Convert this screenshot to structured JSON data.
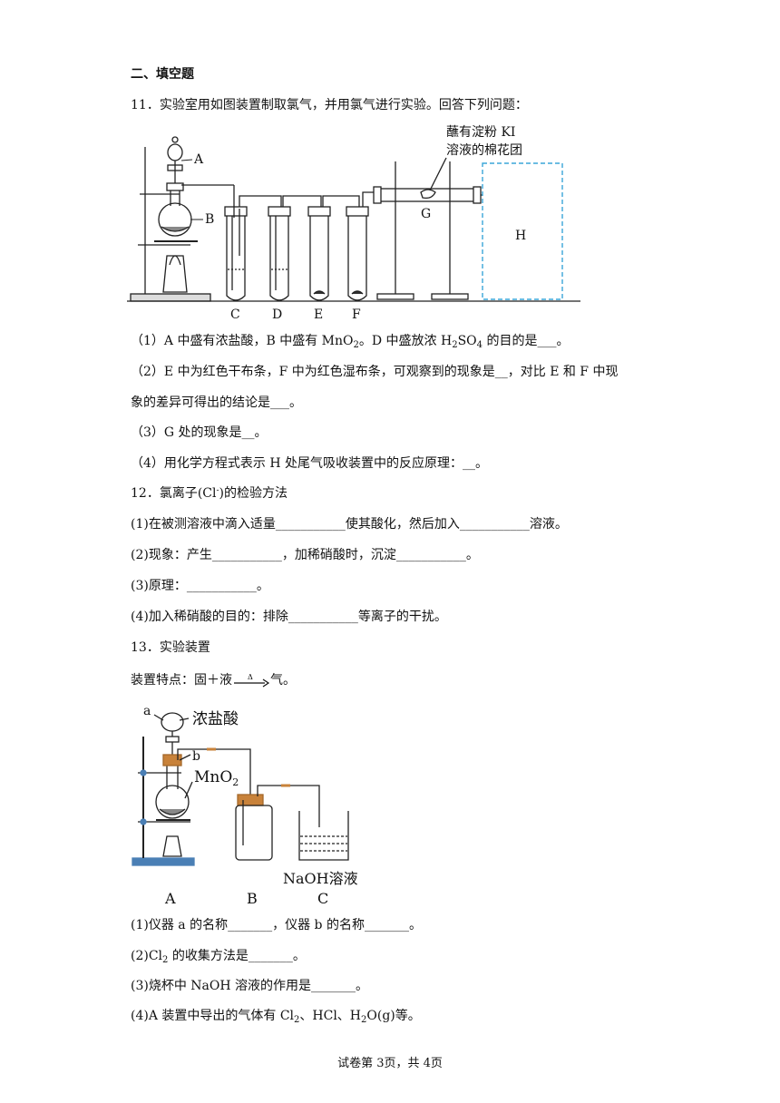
{
  "section_title": "二、填空题",
  "q11": {
    "stem": "11．实验室用如图装置制取氯气，并用氯气进行实验。回答下列问题：",
    "figure": {
      "labels": {
        "A": "A",
        "B": "B",
        "C": "C",
        "D": "D",
        "E": "E",
        "F": "F",
        "G": "G",
        "H": "H"
      },
      "callout_line1": "蘸有淀粉 KI",
      "callout_line2": "溶液的棉花团"
    },
    "p1_a": "（1）A 中盛有浓盐酸，B 中盛有 MnO",
    "p1_sub1": "2",
    "p1_b": "。D 中盛放浓 H",
    "p1_sub2": "2",
    "p1_c": "SO",
    "p1_sub3": "4",
    "p1_d": " 的目的是___。",
    "p2_line1": "（2）E 中为红色干布条，F 中为红色湿布条，可观察到的现象是__，对比 E 和 F 中现",
    "p2_line2": "象的差异可得出的结论是___。",
    "p3": "（3）G 处的现象是__。",
    "p4": "（4）用化学方程式表示 H 处尾气吸收装置中的反应原理：__。"
  },
  "q12": {
    "stem_a": "12．氯离子(Cl",
    "stem_sup": "-",
    "stem_b": ")的检验方法",
    "l1": "(1)在被测溶液中滴入适量___________使其酸化，然后加入___________溶液。",
    "l2": "(2)现象：产生___________，加稀硝酸时，沉淀___________。",
    "l3": "(3)原理：___________。",
    "l4": "(4)加入稀硝酸的目的：排除___________等离子的干扰。"
  },
  "q13": {
    "stem": "13．实验装置",
    "feature_a": "装置特点：固＋液",
    "feature_arrow_label": "Δ",
    "feature_b": "气。",
    "figure": {
      "label_a": "a",
      "label_b": "b",
      "label_hcl": "浓盐酸",
      "label_mno2_main": "MnO",
      "label_mno2_sub": "2",
      "label_naoh": "NaOH溶液",
      "label_A": "A",
      "label_B": "B",
      "label_C": "C"
    },
    "l1": "(1)仪器 a 的名称_______，仪器 b 的名称_______。",
    "l2_a": "(2)Cl",
    "l2_sub": "2",
    "l2_b": " 的收集方法是_______。",
    "l3": "(3)烧杯中 NaOH 溶液的作用是_______。",
    "l4_a": "(4)A 装置中导出的气体有 Cl",
    "l4_sub1": "2",
    "l4_b": "、HCl、H",
    "l4_sub2": "2",
    "l4_c": "O(g)等。"
  },
  "footer": "试卷第 3页，共 4页",
  "colors": {
    "text": "#111111",
    "dashed_box": "#3aa6d8",
    "rubber": "#c8823a",
    "base_blue": "#4a7fb5"
  }
}
